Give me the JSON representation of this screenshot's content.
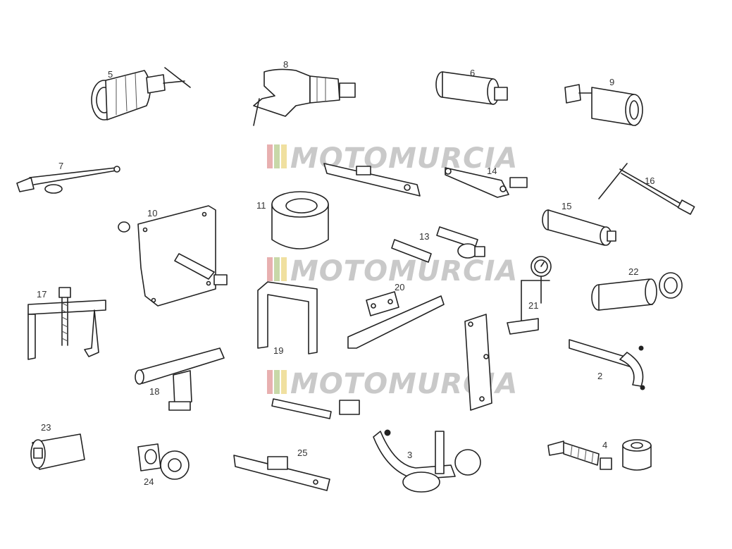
{
  "watermark": {
    "text": "MOTOMURCIA",
    "stripe_colors": [
      "#e8b0b0",
      "#c8d8a8",
      "#f0e0a0"
    ]
  },
  "callouts": {
    "c2": "2",
    "c3": "3",
    "c4": "4",
    "c5": "5",
    "c6": "6",
    "c7": "7",
    "c8": "8",
    "c9": "9",
    "c10": "10",
    "c11": "11",
    "c13": "13",
    "c14": "14",
    "c15": "15",
    "c16": "16",
    "c17": "17",
    "c18": "18",
    "c19": "19",
    "c20": "20",
    "c21": "21",
    "c22": "22",
    "c23": "23",
    "c24": "24",
    "c25": "25"
  }
}
